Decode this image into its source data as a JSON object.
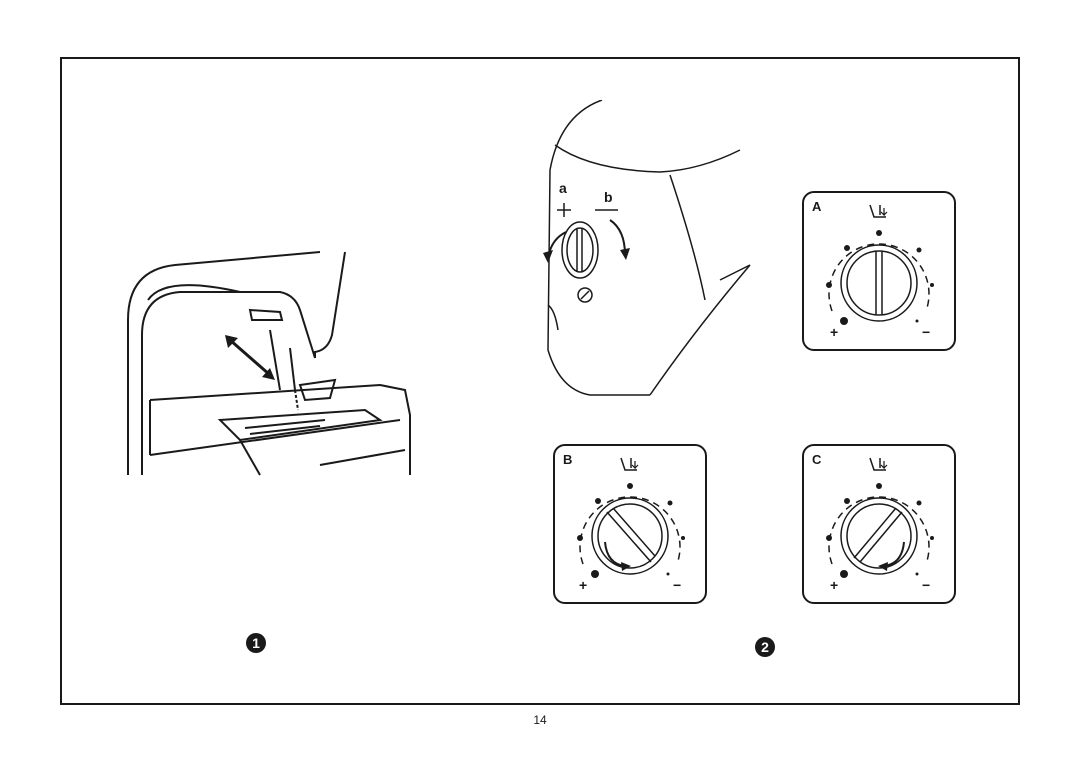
{
  "figures": {
    "fig1_number": "1",
    "fig2_number": "2"
  },
  "dial_labels": {
    "a": "a",
    "b": "b",
    "plus": "+",
    "minus": "−"
  },
  "panels": [
    {
      "label": "A",
      "plus": "+",
      "minus": "−"
    },
    {
      "label": "B",
      "plus": "+",
      "minus": "−"
    },
    {
      "label": "C",
      "plus": "+",
      "minus": "−"
    }
  ],
  "page_number": "14"
}
